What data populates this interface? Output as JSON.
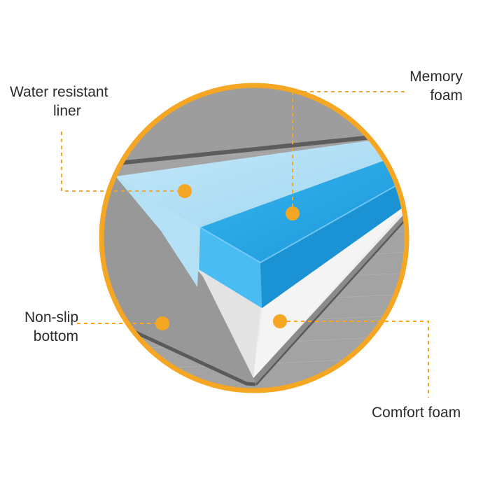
{
  "colors": {
    "ring": "#f5a623",
    "leader": "#f5a623",
    "dot": "#f5a623",
    "fabric": "#9a9a9a",
    "fabric_dark": "#5f5f5f",
    "liner": "#a9dcf4",
    "memory_foam": "#1ea3e3",
    "comfort_foam": "#ececec"
  },
  "labels": {
    "water_resistant_liner": {
      "line1": "Water resistant",
      "line2": "liner"
    },
    "memory_foam": {
      "line1": "Memory",
      "line2": "foam"
    },
    "non_slip_bottom": {
      "line1": "Non-slip",
      "line2": "bottom"
    },
    "comfort_foam": {
      "line1": "Comfort foam"
    }
  }
}
